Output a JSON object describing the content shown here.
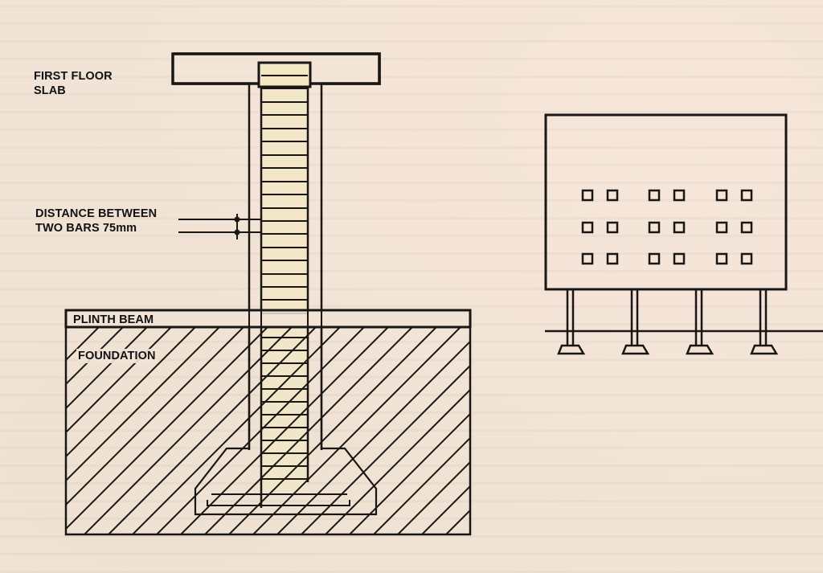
{
  "diagram": {
    "title": "Column with foundation and plinth beam (section) and building elevation on columns",
    "labels": {
      "first_floor_slab_line1": "FIRST FLOOR",
      "first_floor_slab_line2": "SLAB",
      "bar_distance_line1": "DISTANCE BETWEEN",
      "bar_distance_line2": "TWO BARS 75mm",
      "plinth_beam": "PLINTH BEAM",
      "foundation": "FOUNDATION"
    },
    "section": {
      "stirrup_spacing": "75mm",
      "components": [
        "first floor slab",
        "column",
        "stirrups",
        "plinth beam",
        "foundation",
        "footing"
      ]
    },
    "elevation": {
      "window_groups": 3,
      "window_rows": 3,
      "windows_per_group_row": 2,
      "columns": 4
    },
    "colors": {
      "background": "#f1e4d6",
      "line": "#1a1614",
      "column_fill": "#f3e7c4",
      "text": "#111111"
    }
  }
}
